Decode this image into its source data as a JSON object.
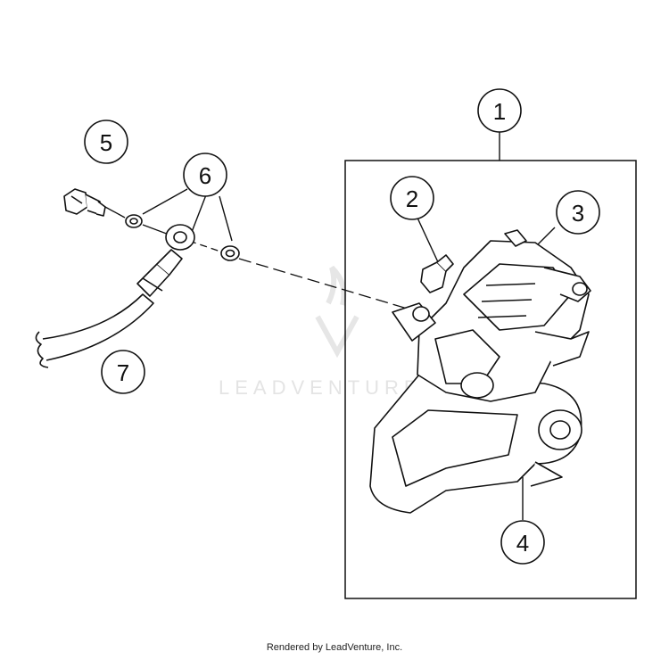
{
  "callouts": [
    {
      "id": 1,
      "label": "1"
    },
    {
      "id": 2,
      "label": "2"
    },
    {
      "id": 3,
      "label": "3"
    },
    {
      "id": 4,
      "label": "4"
    },
    {
      "id": 5,
      "label": "5"
    },
    {
      "id": 6,
      "label": "6"
    },
    {
      "id": 7,
      "label": "7"
    }
  ],
  "watermark": {
    "text": "LEADVENTURE"
  },
  "footer": {
    "credit": "Rendered by LeadVenture, Inc."
  },
  "colors": {
    "line": "#111111",
    "watermark": "#e4e4e4",
    "background": "#ffffff"
  }
}
